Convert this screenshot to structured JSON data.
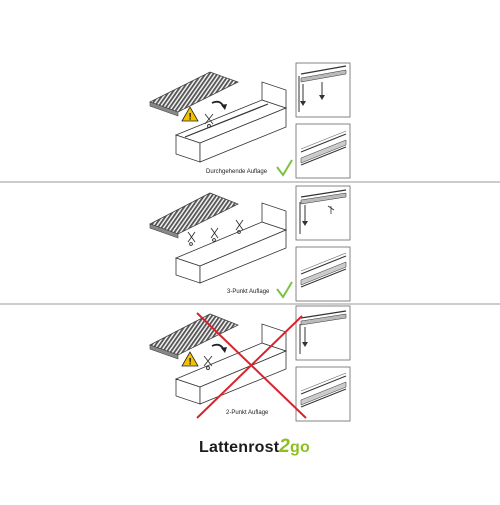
{
  "panels": [
    {
      "caption": "Durchgehende Auflage",
      "verdict": "ok",
      "verdict_color": "#7cc242"
    },
    {
      "caption": "3-Punkt Auflage",
      "verdict": "ok",
      "verdict_color": "#7cc242"
    },
    {
      "caption": "2-Punkt Auflage",
      "verdict": "wrong",
      "verdict_color": "#d9232d"
    }
  ],
  "logo": {
    "main": "Lattenrost",
    "two": "2",
    "suffix": "go",
    "accent_color": "#8cbf1f"
  },
  "icons": [
    "warning-icon",
    "tool-icon",
    "rotate-arrow-icon",
    "check-icon",
    "cross-icon"
  ]
}
